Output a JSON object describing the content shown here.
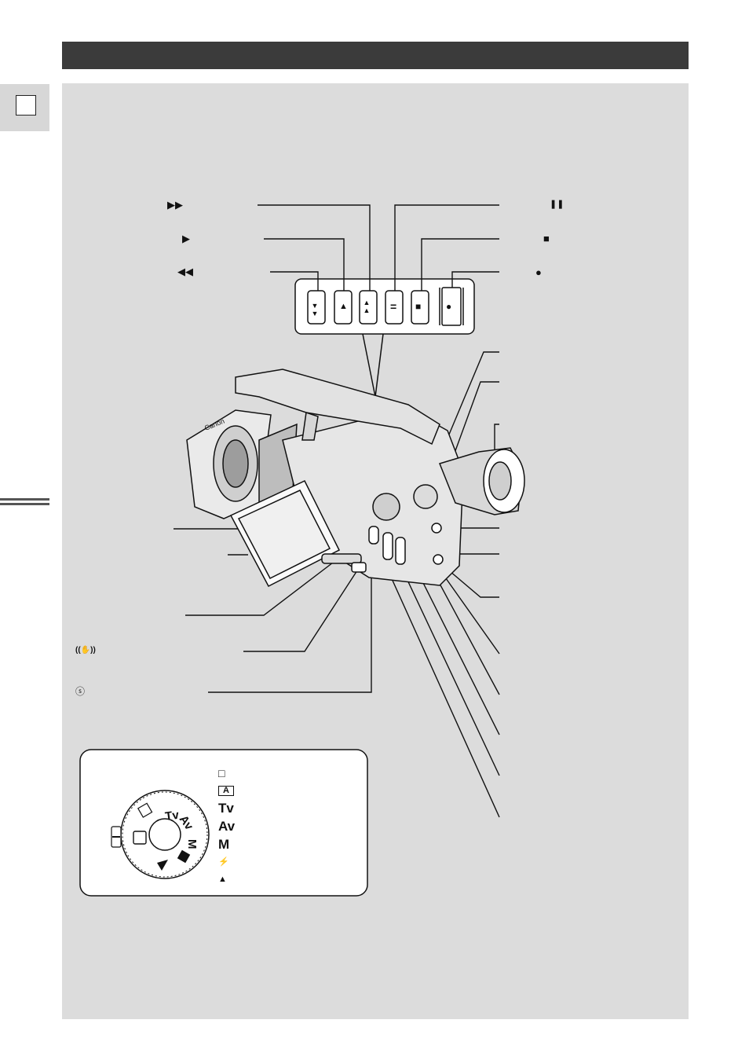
{
  "page": {
    "header_bar_color": "#3b3b3b",
    "panel_color": "#dcdcdc"
  },
  "tape_buttons": {
    "symbols": {
      "fast_forward": "▶▶",
      "play": "▶",
      "rewind": "◀◀",
      "pause": "❚❚",
      "stop": "■",
      "record": "●"
    },
    "button_glyphs": [
      "▼▼",
      "▲",
      "▲▲",
      "=",
      "■",
      "●"
    ]
  },
  "left_symbols": {
    "image_stabilizer": "((✋))",
    "self_timer": "ⓢ"
  },
  "camera": {
    "brand_text": "Canon"
  },
  "mode_dial": {
    "dial_marks": [
      "Tv",
      "Av",
      "M"
    ],
    "legend": [
      "□",
      "A",
      "Tv",
      "Av",
      "M",
      "⚡",
      "▲"
    ]
  }
}
